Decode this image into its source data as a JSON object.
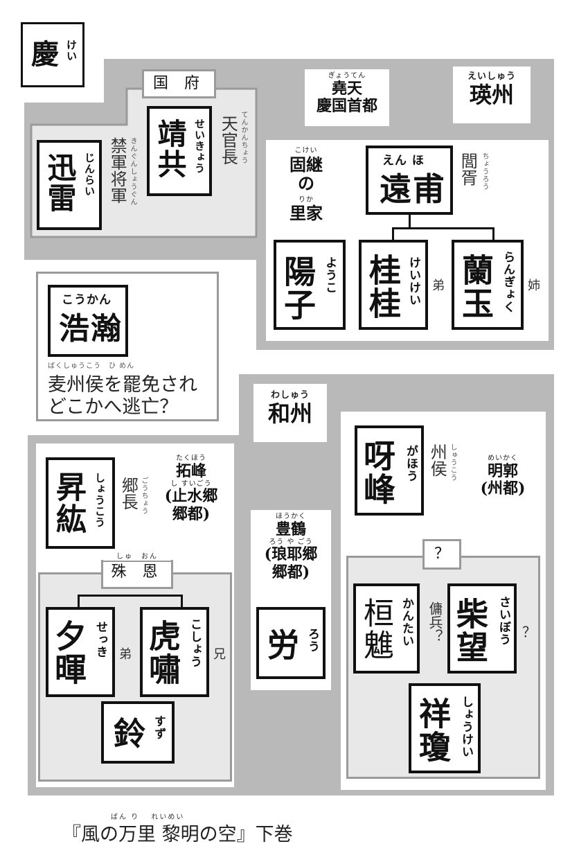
{
  "kei": {
    "label": "慶",
    "furigana": "けい"
  },
  "kokufu": {
    "header": "国 府",
    "seikyou": {
      "name": "靖共",
      "furigana": "せいきょう",
      "role": "天官長",
      "role_furigana": "てんかんちょう"
    },
    "jinrai": {
      "name": "迅雷",
      "furigana": "じんらい",
      "role": "禁軍将軍",
      "role_furigana": "きんぐんしょうぐん"
    }
  },
  "gyouten": {
    "name": "堯天",
    "furigana": "ぎょうてん",
    "sub": "慶国首都"
  },
  "eishu": {
    "name": "瑛州",
    "furigana": "えいしゅう"
  },
  "koukei": {
    "line1": "固継",
    "line1_furigana": "こけい",
    "line2": "の",
    "line3": "里家",
    "line3_furigana": "りか"
  },
  "enho": {
    "name": "遠甫",
    "furigana": "えん ほ",
    "role": "閭胥",
    "role_furigana": "ちょうろう"
  },
  "youko": {
    "name": "陽子",
    "furigana": "ようこ"
  },
  "keikei": {
    "name": "桂桂",
    "furigana": "けいけい",
    "relation": "弟"
  },
  "rangyoku": {
    "name": "蘭玉",
    "furigana": "らんぎょく",
    "relation": "姉"
  },
  "koukan": {
    "name": "浩瀚",
    "furigana": "こうかん",
    "note_furigana": "ばくしゅうこう　ひ めん",
    "note_line1": "麦州侯を罷免され",
    "note_line2": "どこかへ逃亡？"
  },
  "washu": {
    "name": "和州",
    "furigana": "わしゅう"
  },
  "shoukou": {
    "name": "昇紘",
    "furigana": "しょうこう",
    "role": "郷長",
    "role_furigana": "ごうちょう"
  },
  "takuhou": {
    "name": "拓峰",
    "furigana": "たくほう",
    "sub1": "(止水郷",
    "sub1_furigana": "し すいごう",
    "sub2": "郷都)"
  },
  "houkaku": {
    "name": "豊鶴",
    "furigana": "ほうかく",
    "sub1": "(琅耶郷",
    "sub1_furigana": "ろう や ごう",
    "sub2": "郷都)"
  },
  "rou": {
    "name": "労",
    "furigana": "ろう"
  },
  "shuon": {
    "header": "殊 恩",
    "header_furigana": "しゅ　おん"
  },
  "sekki": {
    "name": "夕暉",
    "furigana": "せっき",
    "relation": "弟"
  },
  "koshou": {
    "name": "虎嘯",
    "furigana": "こしょう",
    "relation": "兄"
  },
  "suzu": {
    "name": "鈴",
    "furigana": "すず"
  },
  "gahou": {
    "name": "呀峰",
    "furigana": "がほう",
    "role": "州侯",
    "role_furigana": "しゅうこう"
  },
  "meikaku": {
    "name": "明郭",
    "furigana": "めいかく",
    "sub": "(州都)"
  },
  "unknown_group": {
    "header": "？"
  },
  "kantai": {
    "name": "桓魋",
    "furigana": "かんたい",
    "relation": "傭兵？"
  },
  "saibou": {
    "name": "柴望",
    "furigana": "さいぼう",
    "relation": "？"
  },
  "shoukei": {
    "name": "祥瓊",
    "furigana": "しょうけい"
  },
  "caption": {
    "text": "『風の万里 黎明の空』下巻",
    "furigana": "ばん り　 れいめい"
  }
}
